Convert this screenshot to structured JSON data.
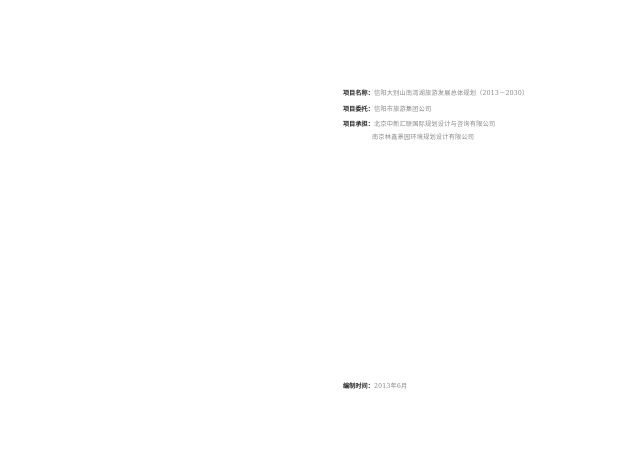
{
  "project": {
    "name_label": "项目名称：",
    "name_value": "信阳大别山南湾湖旅游发展总体规划（2013－2030）",
    "client_label": "项目委托：",
    "client_value": "信阳市旅游集团公司",
    "undertaker_label": "项目承担：",
    "undertaker_value_1": "北京中新汇联国际规划设计与咨询有限公司",
    "undertaker_value_2": "南京林鑫景园环境规划设计有限公司",
    "date_label": "编制时间：",
    "date_value": "2013年6月"
  }
}
